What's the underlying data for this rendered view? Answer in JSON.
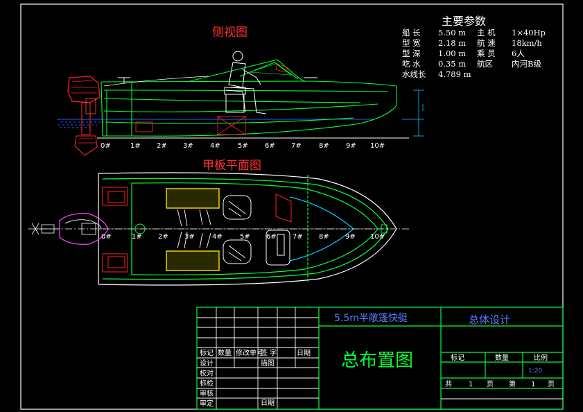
{
  "side_view": {
    "title": "侧视图"
  },
  "deck_plan": {
    "title": "甲板平面图"
  },
  "params": {
    "title": "主要参数",
    "rows": [
      [
        "船 长",
        "5.50 m",
        "主 机",
        "1×40Hp"
      ],
      [
        "型 宽",
        "2.18 m",
        "航 速",
        "18km/h"
      ],
      [
        "型 深",
        "1.00 m",
        "乘 员",
        "6人"
      ],
      [
        "吃 水",
        "0.35 m",
        "航区",
        "内河B级"
      ],
      [
        "水线长",
        "4.789 m",
        "",
        ""
      ]
    ]
  },
  "stations": [
    "0#",
    "1#",
    "2#",
    "3#",
    "4#",
    "5#",
    "6#",
    "7#",
    "8#",
    "9#",
    "10#"
  ],
  "title_block": {
    "project": "5.5m半敞篷快艇",
    "design": "总体设计",
    "drawing_name": "总布置图",
    "rev_headers": [
      "标记",
      "数量",
      "修改单号",
      "签 字",
      "日期"
    ],
    "roles": [
      "设计",
      "校对",
      "标检",
      "审核",
      "审定"
    ],
    "draw_label": "描图",
    "date_label": "日期",
    "mark_label": "标记",
    "qty_label": "数量",
    "scale_label": "比例",
    "scale_value": "1:20",
    "sheet_total_label": "共",
    "sheet_total": "1",
    "page_unit": "页",
    "sheet_no_label": "第",
    "sheet_no": "1",
    "page_unit_2": "页"
  }
}
